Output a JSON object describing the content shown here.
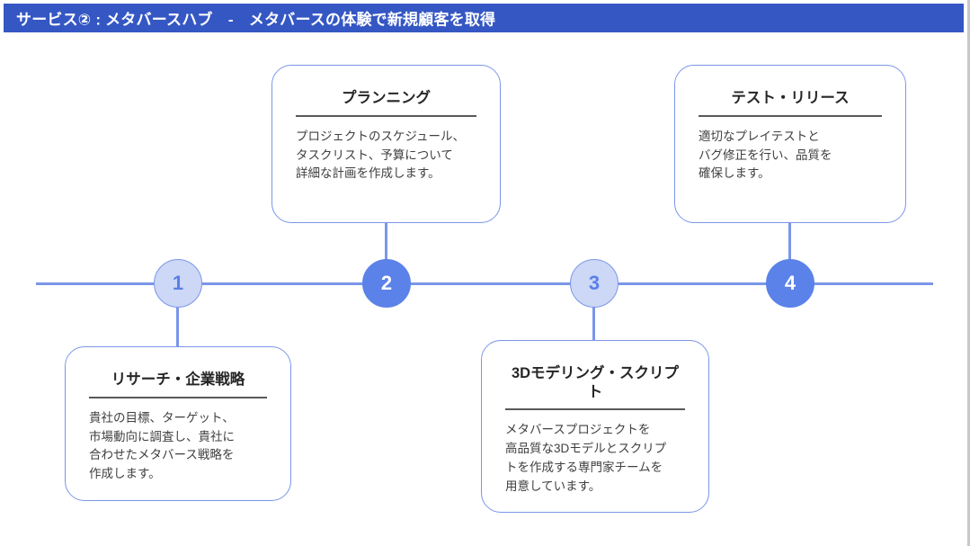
{
  "header": {
    "title": "サービス② : メタバースハブ　-　メタバースの体験で新規顧客を取得"
  },
  "colors": {
    "header_bar": "#3557c4",
    "accent_blue": "#5b82e8",
    "light_blue": "#ccd8f5",
    "line_blue": "#7b96e8",
    "divider_grey": "#595959",
    "body_text": "#404040",
    "title_text": "#262626"
  },
  "timeline": {
    "nodes": [
      {
        "number": "1",
        "style": "light"
      },
      {
        "number": "2",
        "style": "solid"
      },
      {
        "number": "3",
        "style": "light"
      },
      {
        "number": "4",
        "style": "solid"
      }
    ]
  },
  "cards": [
    {
      "number": "1",
      "title": "リサーチ・企業戦略",
      "body": "貴社の目標、ターゲット、\n市場動向に調査し、貴社に\n合わせたメタバース戦略を\n作成します。",
      "position": "below"
    },
    {
      "number": "2",
      "title": "プランニング",
      "body": "プロジェクトのスケジュール、\nタスクリスト、予算について\n詳細な計画を作成します。",
      "position": "above"
    },
    {
      "number": "3",
      "title": "3Dモデリング・スクリプト",
      "body": "メタバースプロジェクトを\n高品質な3Dモデルとスクリプ\nトを作成する専門家チームを\n用意しています。",
      "position": "below"
    },
    {
      "number": "4",
      "title": "テスト・リリース",
      "body": "適切なプレイテストと\nバグ修正を行い、品質を\n確保します。",
      "position": "above"
    }
  ]
}
